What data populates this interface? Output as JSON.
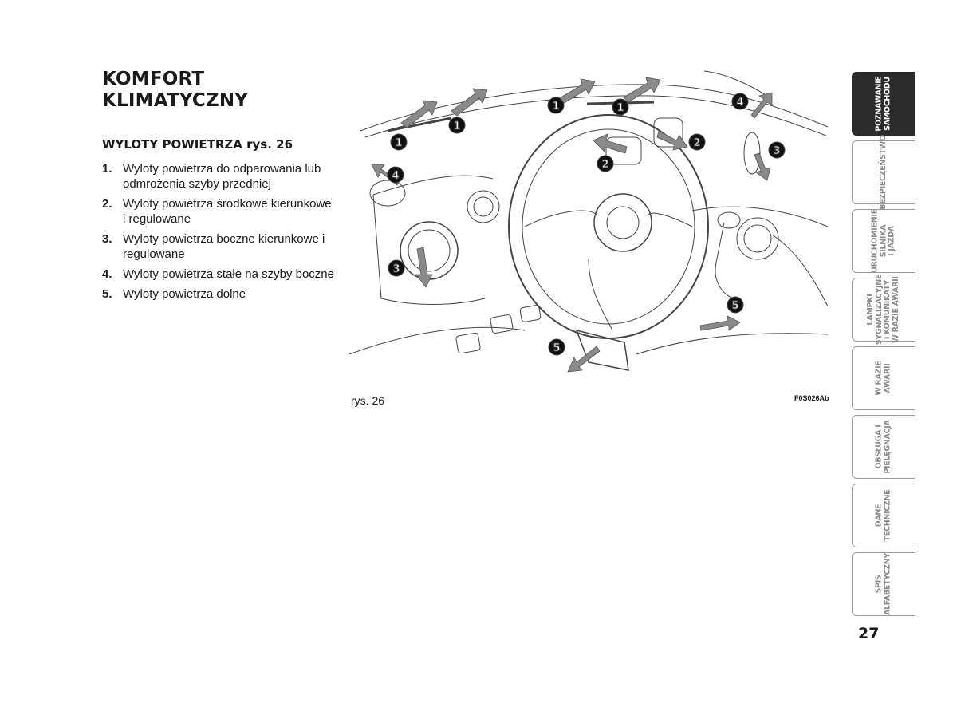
{
  "heading": {
    "line1": "KOMFORT",
    "line2": "KLIMATYCZNY"
  },
  "section": {
    "title": "WYLOTY POWIETRZA rys. 26"
  },
  "items": [
    {
      "num": "1.",
      "text": "Wyloty powietrza do odparowania lub odmrożenia szyby przedniej"
    },
    {
      "num": "2.",
      "text": "Wyloty powietrza środkowe kierunkowe i regulowane"
    },
    {
      "num": "3.",
      "text": "Wyloty powietrza boczne kierunkowe i regulowane"
    },
    {
      "num": "4.",
      "text": "Wyloty powietrza stałe na szyby boczne"
    },
    {
      "num": "5.",
      "text": "Wyloty powietrza dolne"
    }
  ],
  "figure": {
    "caption": "rys. 26",
    "code": "F0S026Ab",
    "callouts": [
      "1",
      "1",
      "1",
      "1",
      "2",
      "2",
      "3",
      "3",
      "4",
      "4",
      "5",
      "5"
    ]
  },
  "tabs": [
    {
      "label": "POZNAWANIE\nSAMOCHODU",
      "active": true
    },
    {
      "label": "BEZPIECZEŃSTWO",
      "active": false
    },
    {
      "label": "URUCHOMIENIE\nSILNIKA\nI JAZDA",
      "active": false
    },
    {
      "label": "LAMPKI\nSYGNALIZACYJNE\nI KOMUNIKATY\nW RAZIE AWARII",
      "active": false
    },
    {
      "label": "W RAZIE\nAWARII",
      "active": false
    },
    {
      "label": "OBSŁUGA I\nPIELĘGNACJA",
      "active": false
    },
    {
      "label": "DANE\nTECHNICZNE",
      "active": false
    },
    {
      "label": "SPIS\nALFABETYCZNY",
      "active": false
    }
  ],
  "page_number": "27"
}
